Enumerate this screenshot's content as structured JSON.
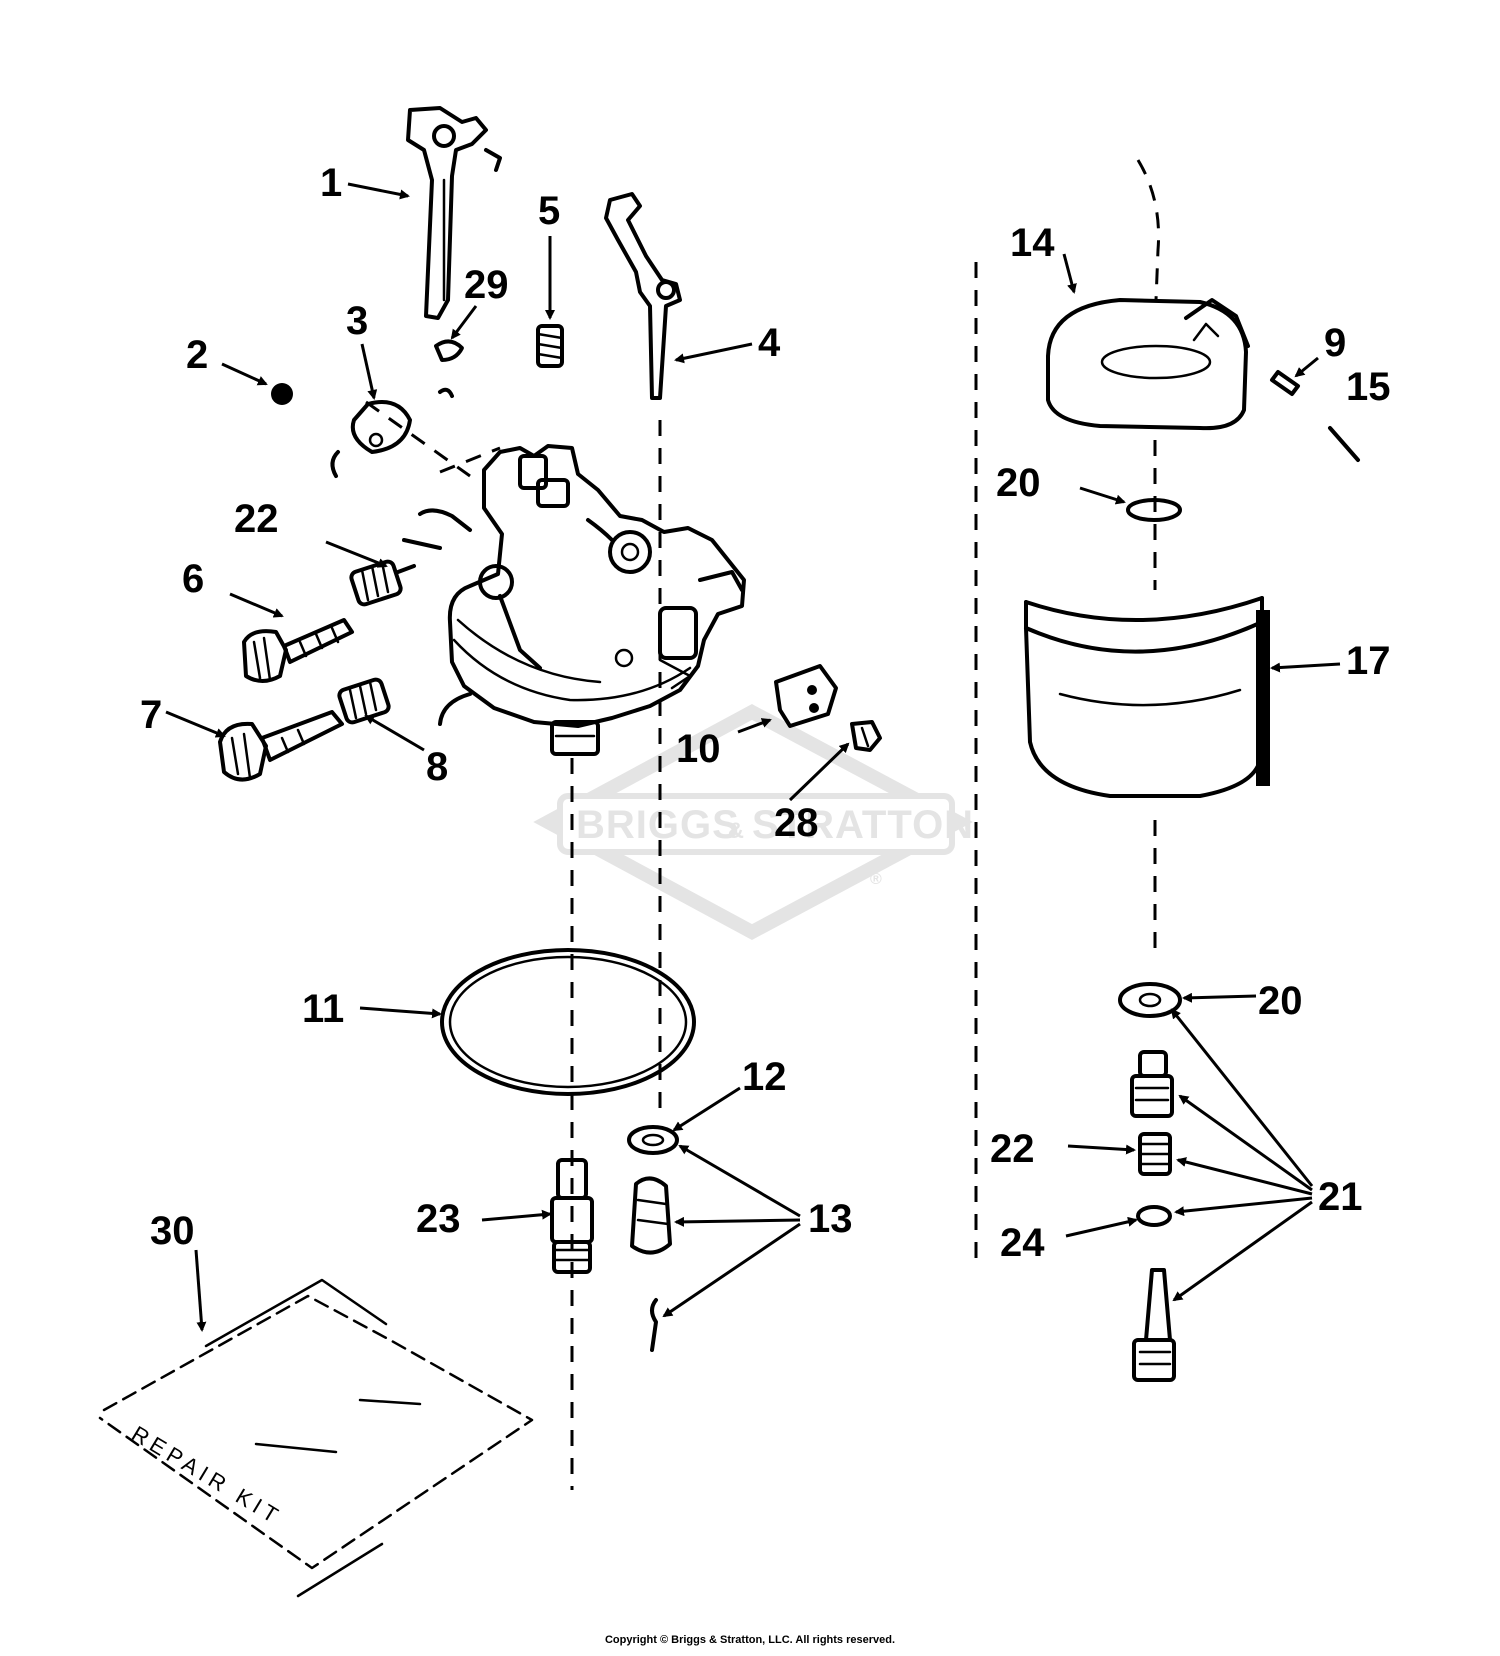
{
  "callouts": {
    "c1": "1",
    "c2": "2",
    "c3": "3",
    "c4": "4",
    "c5": "5",
    "c6": "6",
    "c7": "7",
    "c8": "8",
    "c9": "9",
    "c10": "10",
    "c11": "11",
    "c12": "12",
    "c13": "13",
    "c14": "14",
    "c15": "15",
    "c17": "17",
    "c20a": "20",
    "c20b": "20",
    "c21": "21",
    "c22a": "22",
    "c22b": "22",
    "c23": "23",
    "c24": "24",
    "c28": "28",
    "c29": "29",
    "c30": "30"
  },
  "repair_kit_label": "REPAIR KIT",
  "watermark": {
    "brand_left": "BRIGGS",
    "brand_amp": "&",
    "brand_right": "STRATTON",
    "registered": "®"
  },
  "copyright": "Copyright © Briggs & Stratton, LLC. All rights reserved."
}
